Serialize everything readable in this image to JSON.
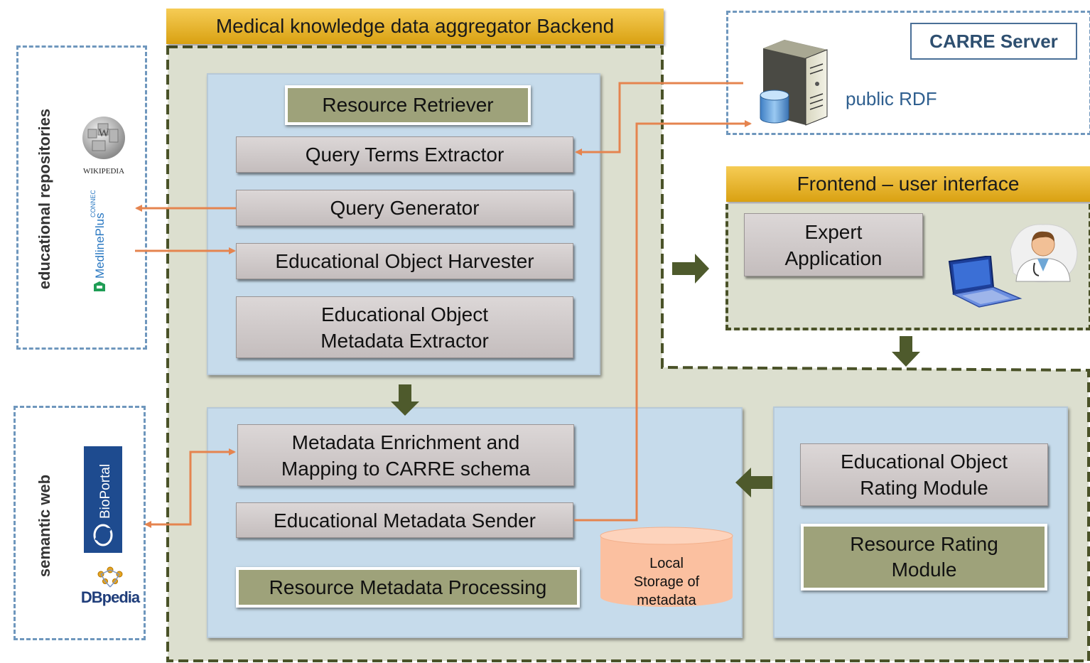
{
  "educational_repositories": {
    "label": "educational repositories",
    "logos": {
      "wikipedia": "Wikipedia",
      "medlineplus": "MedlinePlus",
      "medlineplus_connect": "CONNECT"
    }
  },
  "semantic_web": {
    "label": "semantic web",
    "logos": {
      "bioportal": "BioPortal",
      "dbpedia": "DBpedia"
    }
  },
  "backend": {
    "title": "Medical knowledge data aggregator Backend",
    "retriever": {
      "label": "Resource Retriever",
      "query_terms_extractor": "Query Terms Extractor",
      "query_generator": "Query Generator",
      "harvester": "Educational Object Harvester",
      "metadata_extractor": "Educational Object Metadata Extractor"
    },
    "processing": {
      "label": "Resource Metadata Processing",
      "enrichment": "Metadata Enrichment and Mapping to CARRE schema",
      "sender": "Educational Metadata Sender",
      "storage": "Local Storage of metadata"
    },
    "rating": {
      "label": "Resource Rating Module",
      "object_rating": "Educational Object Rating  Module"
    }
  },
  "carre_server": {
    "label": "CARRE Server",
    "rdf": "public RDF"
  },
  "frontend": {
    "title": "Frontend – user interface",
    "expert_app": "Expert Application"
  },
  "colors": {
    "title_bar": "#f0c02f",
    "backend_bg": "#dcdfcf",
    "panel": "#c6dbeb",
    "olive": "#9ea27a",
    "arrow_orange": "#e5844f",
    "arrow_dark": "#4e5a2c",
    "dashed_blue": "#6f97bd"
  }
}
